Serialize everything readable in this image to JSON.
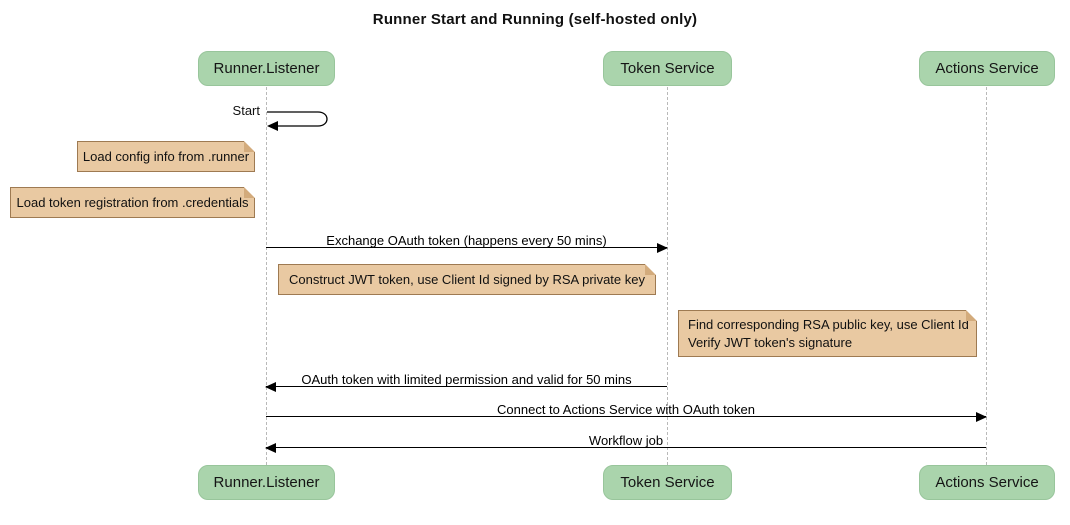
{
  "title": "Runner Start and Running (self-hosted only)",
  "diagram_type": "sequence",
  "participants": [
    {
      "label": "Runner.Listener"
    },
    {
      "label": "Token Service"
    },
    {
      "label": "Actions Service"
    }
  ],
  "messages": [
    {
      "label": "Start",
      "from": "Runner.Listener",
      "to": "Runner.Listener",
      "kind": "self"
    },
    {
      "label": "Exchange OAuth token (happens every 50 mins)",
      "from": "Runner.Listener",
      "to": "Token Service",
      "kind": "solid-right"
    },
    {
      "label": "OAuth token with limited permission and valid for 50 mins",
      "from": "Token Service",
      "to": "Runner.Listener",
      "kind": "solid-left"
    },
    {
      "label": "Connect to Actions Service with OAuth token",
      "from": "Runner.Listener",
      "to": "Actions Service",
      "kind": "solid-right"
    },
    {
      "label": "Workflow job",
      "from": "Actions Service",
      "to": "Runner.Listener",
      "kind": "solid-left"
    }
  ],
  "notes": [
    {
      "attached_to": "Runner.Listener",
      "lines": [
        "Load config info from .runner"
      ]
    },
    {
      "attached_to": "Runner.Listener",
      "lines": [
        "Load token registration from .credentials"
      ]
    },
    {
      "attached_to": "Runner.Listener",
      "lines": [
        "Construct JWT token, use Client Id signed by RSA private key"
      ]
    },
    {
      "attached_to": "Token Service",
      "lines": [
        "Find corresponding RSA public key, use Client Id",
        "Verify JWT token's signature"
      ]
    }
  ],
  "colors": {
    "participant_fill": "#aad4ac",
    "participant_border": "#98c59b",
    "note_fill": "#e9c9a2",
    "note_border": "#9e7a52",
    "note_fold": "#d3ab7c",
    "lifeline": "#b9b9b9",
    "arrow": "#000000",
    "bg": "#ffffff"
  }
}
